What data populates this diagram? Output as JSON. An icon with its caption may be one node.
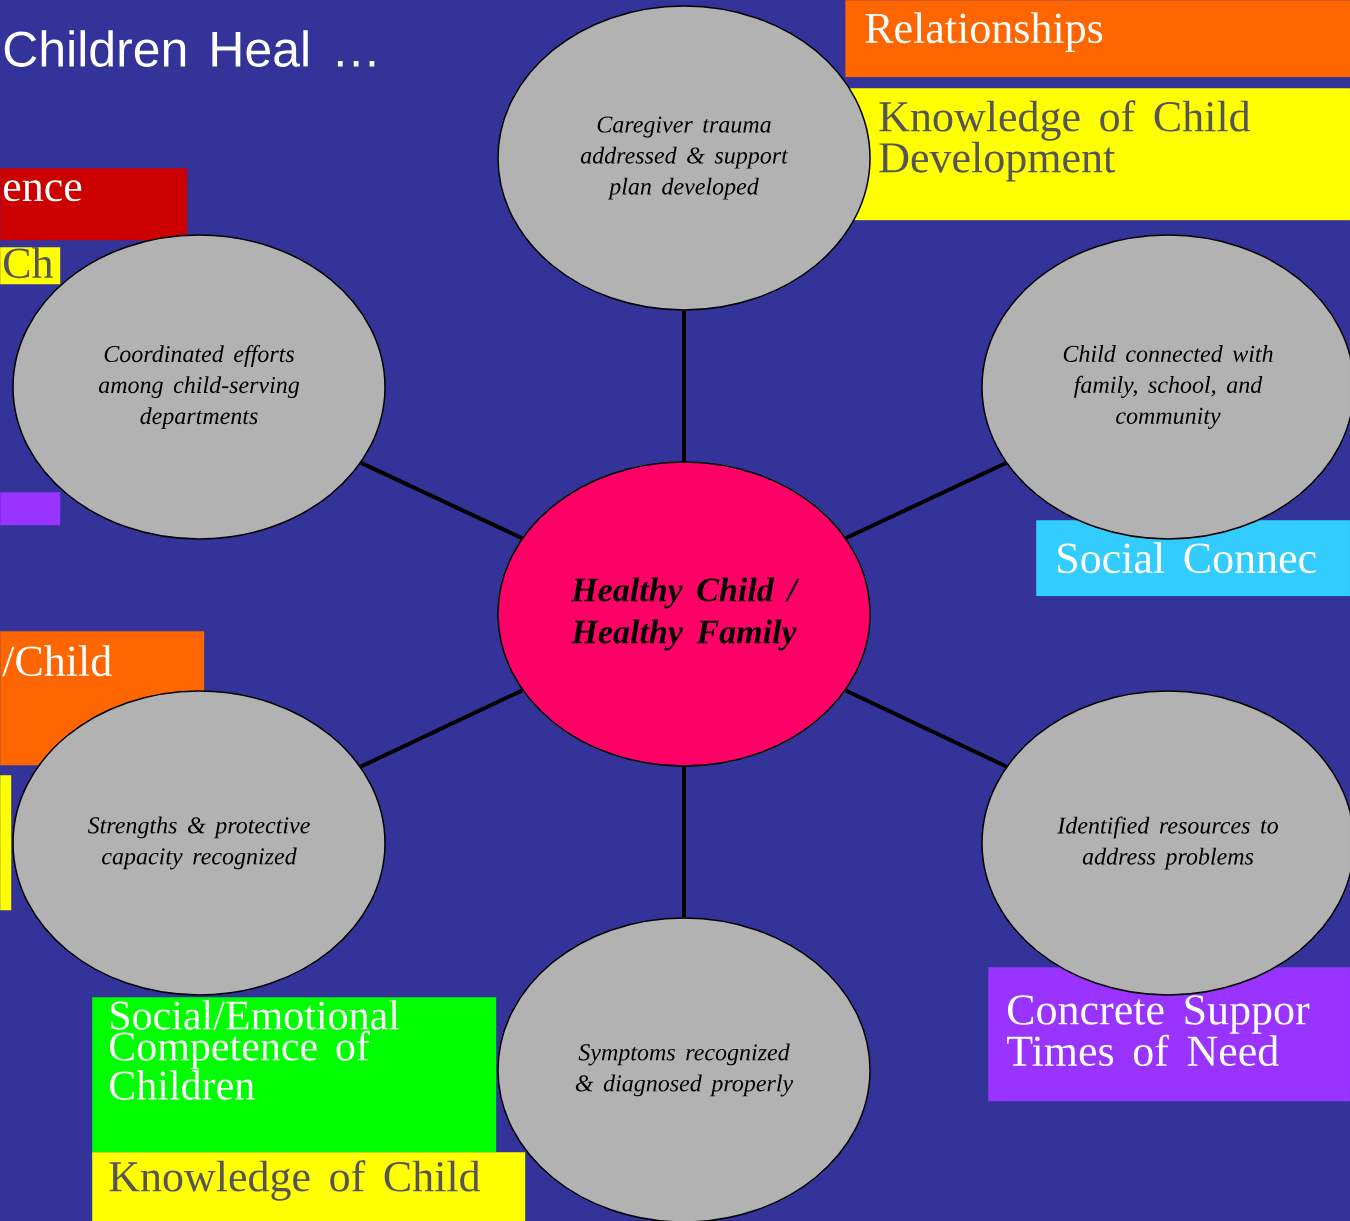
{
  "diagram": {
    "title": "Children Heal …",
    "nodes": [
      {
        "text": [
          "Relationships"
        ]
      },
      {
        "text": [
          "Knowledge of Child Development"
        ]
      },
      {
        "text": [
          "Caregiver trauma addressed & support plan developed"
        ]
      },
      {
        "text": [
          "ence"
        ]
      },
      {
        "text": [
          "Ch"
        ]
      },
      {
        "text": [
          "Coordinated efforts among child-serving departments"
        ]
      },
      {
        "text": [
          "Child connected with family, school, and community"
        ]
      },
      {
        "text": [],
        "shape": "box"
      },
      {
        "text": [
          "Social Connec"
        ]
      },
      {
        "text": [
          "Healthy Child / Healthy Family"
        ]
      },
      {
        "text": [
          "/Child"
        ]
      },
      {
        "text": [],
        "shape": "box"
      },
      {
        "text": [
          "Strengths & protective capacity recognized"
        ]
      },
      {
        "text": [
          "Identified resources to address problems"
        ]
      },
      {
        "text": [
          "Concrete Suppor Times of Need"
        ]
      },
      {
        "text": [
          "Social/Emotional Competence of Children"
        ]
      },
      {
        "text": [
          "Symptoms recognized & diagnosed properly"
        ]
      },
      {
        "text": [
          "Knowledge of Child"
        ]
      }
    ],
    "edges": [
      {
        "from": 9,
        "to": 2,
        "arrow": "none"
      },
      {
        "from": 9,
        "to": 5,
        "arrow": "none"
      },
      {
        "from": 9,
        "to": 6,
        "arrow": "none"
      },
      {
        "from": 9,
        "to": 12,
        "arrow": "none"
      },
      {
        "from": 9,
        "to": 13,
        "arrow": "none"
      },
      {
        "from": 9,
        "to": 16,
        "arrow": "none"
      }
    ]
  }
}
